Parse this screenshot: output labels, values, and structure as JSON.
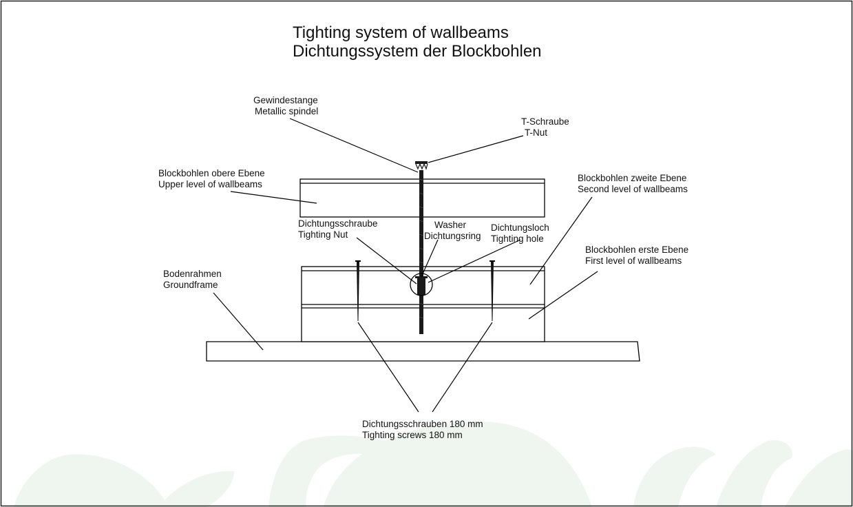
{
  "title": {
    "line1": "Tighting system of wallbeams",
    "line2": "Dichtungssystem der Blockbohlen"
  },
  "labels": {
    "rod": {
      "de": "Gewindestange",
      "en": "Metallic spindel"
    },
    "tnut": {
      "de": "T-Schraube",
      "en": "T-Nut"
    },
    "upper": {
      "de": "Blockbohlen obere Ebene",
      "en": "Upper level of wallbeams"
    },
    "second": {
      "de": "Blockbohlen zweite Ebene",
      "en": "Second level of wallbeams"
    },
    "tight_nut": {
      "de": "Dichtungsschraube",
      "en": "Tighting Nut"
    },
    "washer": {
      "en": "Washer",
      "de": "Dichtungsring"
    },
    "hole": {
      "de": "Dichtungsloch",
      "en": "Tighting hole"
    },
    "first": {
      "de": "Blockbohlen erste Ebene",
      "en": "First level of wallbeams"
    },
    "ground": {
      "de": "Bodenrahmen",
      "en": "Groundframe"
    },
    "screws": {
      "de": "Dichtungsschrauben 180 mm",
      "en": "Tighting screws 180 mm"
    }
  },
  "colors": {
    "line": "#000000",
    "text": "#111111",
    "watermark": "#eef6ef",
    "frame": "#222222"
  }
}
